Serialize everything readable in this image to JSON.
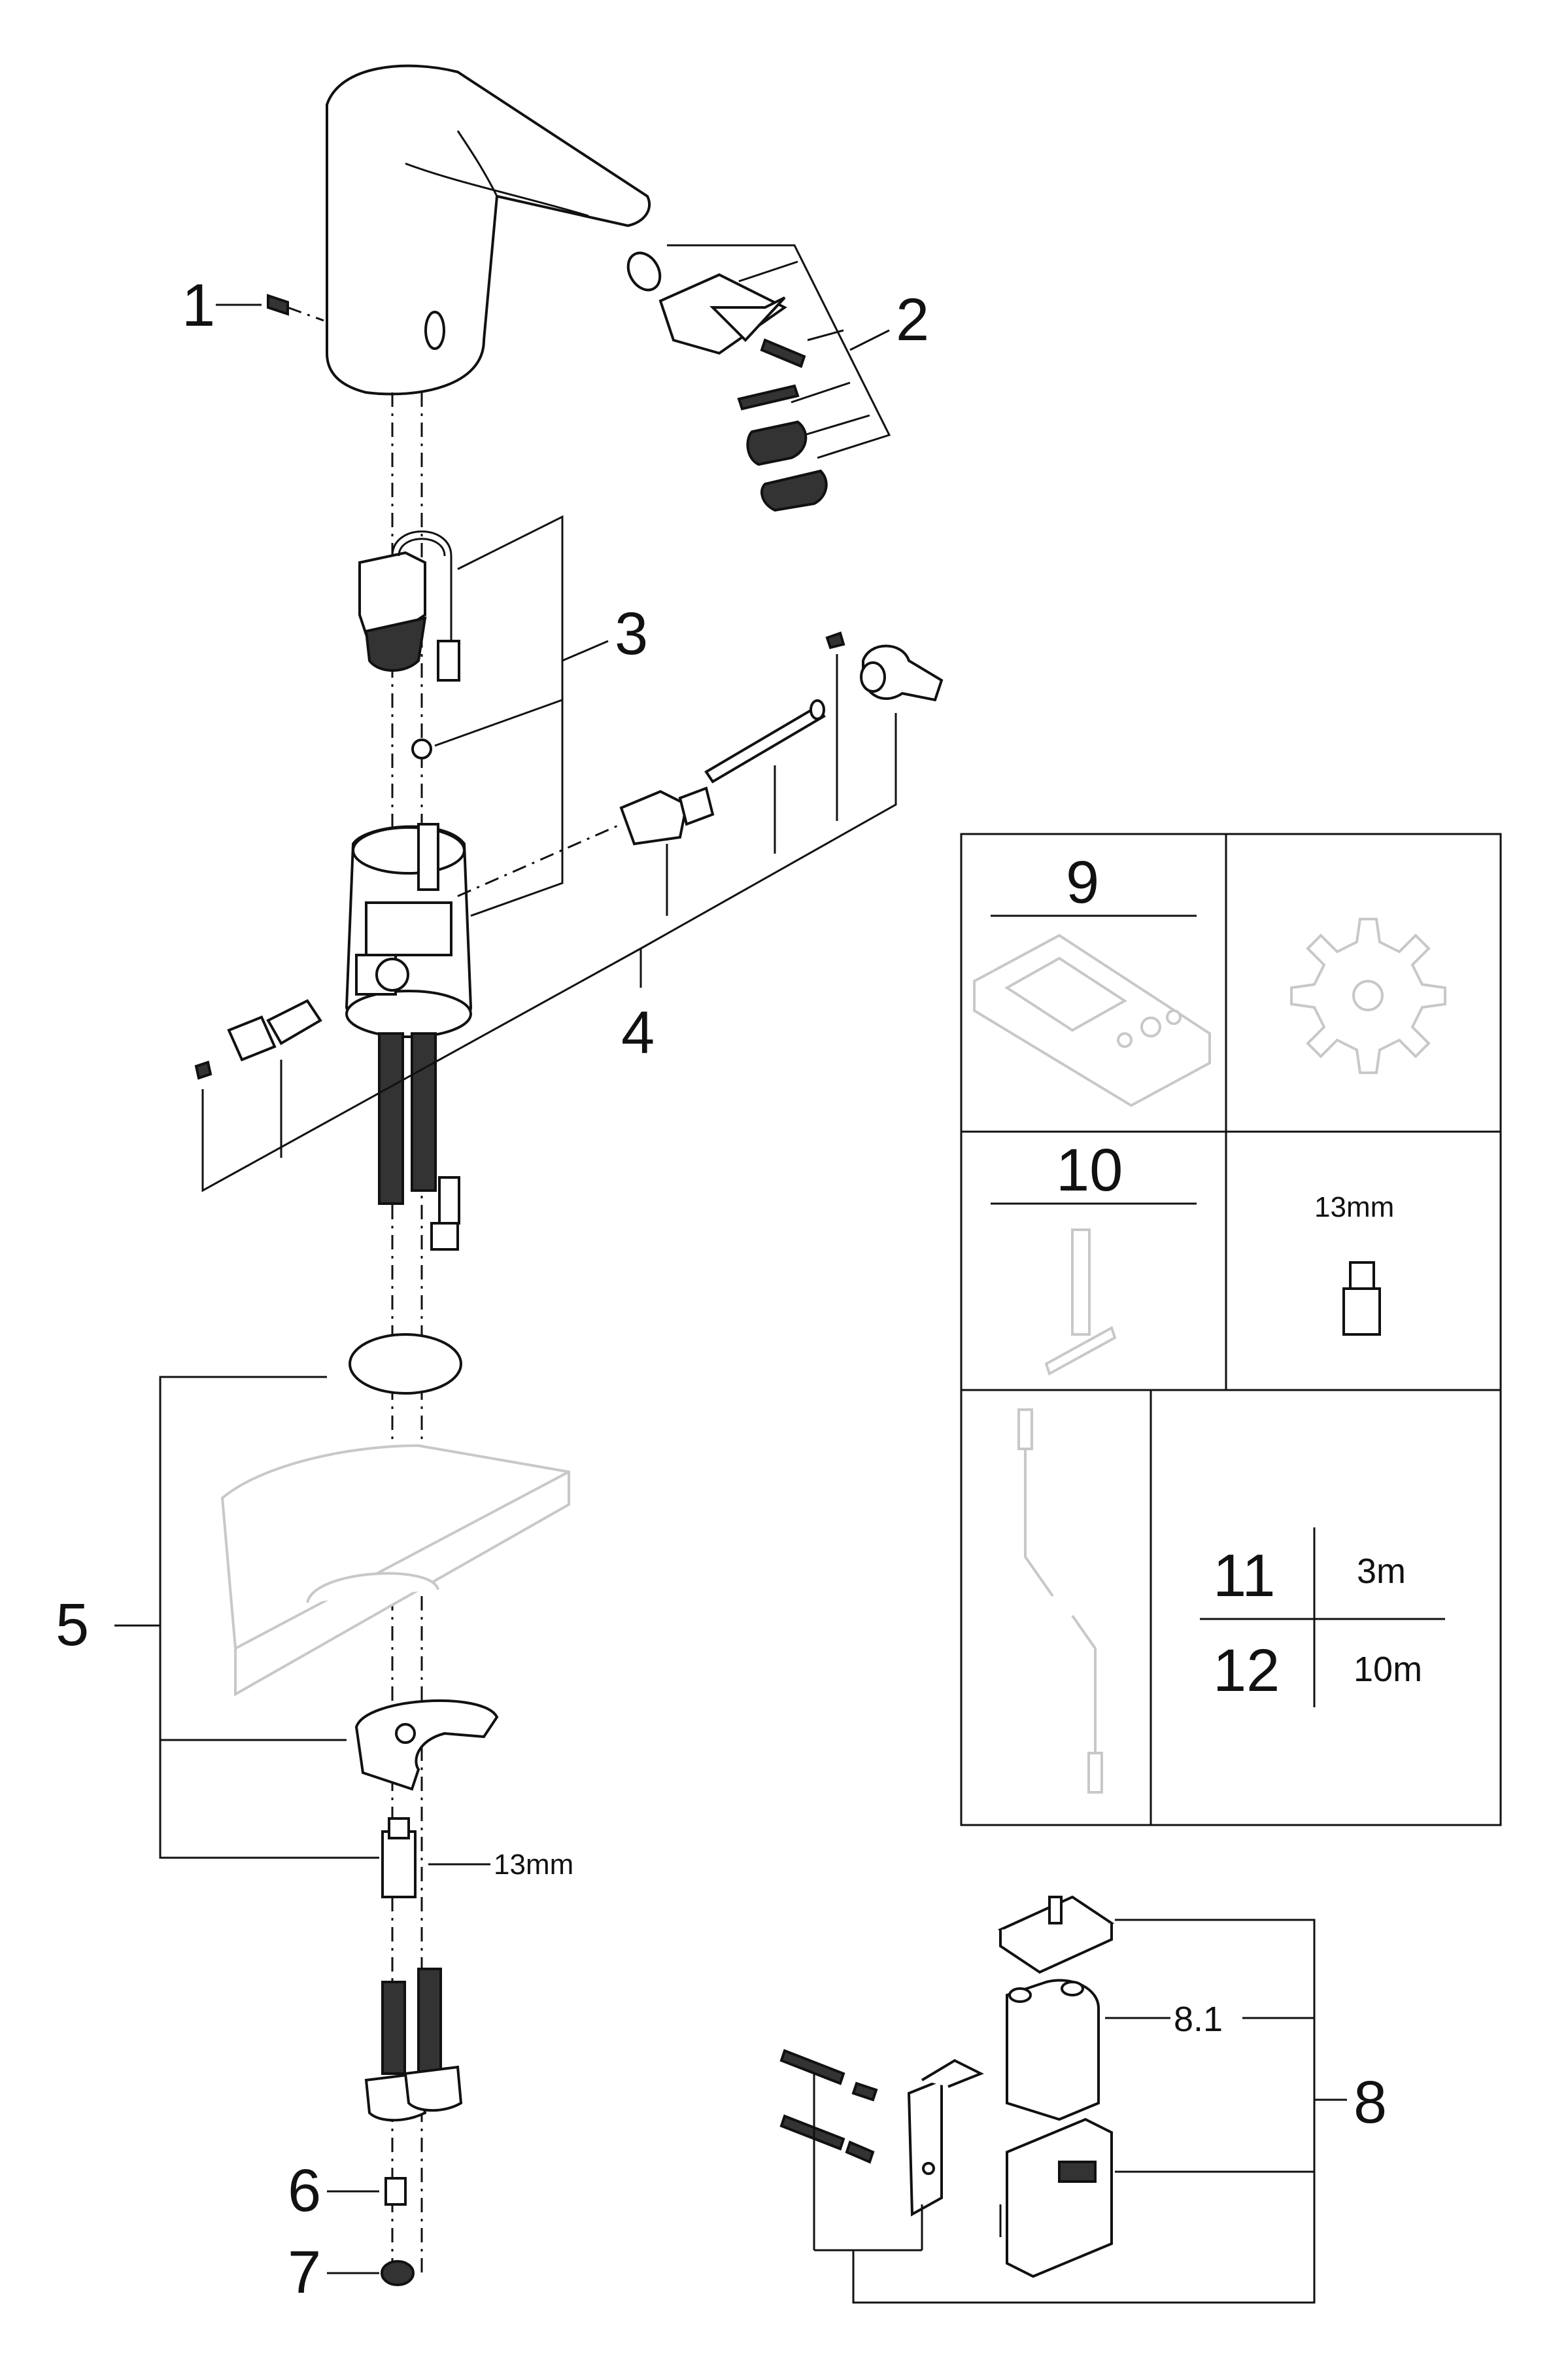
{
  "callouts": {
    "c1": "1",
    "c2": "2",
    "c3": "3",
    "c4": "4",
    "c5": "5",
    "c6": "6",
    "c7": "7",
    "c8": "8",
    "c81": "8.1"
  },
  "dimension_labels": {
    "nut_size": "13mm",
    "valve_size": "13mm"
  },
  "accessories_table": {
    "cell_9": "9",
    "cell_10": "10",
    "cable_11": "11",
    "cable_11_length": "3m",
    "cable_12": "12",
    "cable_12_length": "10m"
  },
  "icons": [
    "spout-body",
    "screw",
    "aerator-set",
    "solenoid-valve",
    "handle",
    "mounting-set",
    "battery-box",
    "remote-control",
    "service-key",
    "gear-icon",
    "cable"
  ]
}
